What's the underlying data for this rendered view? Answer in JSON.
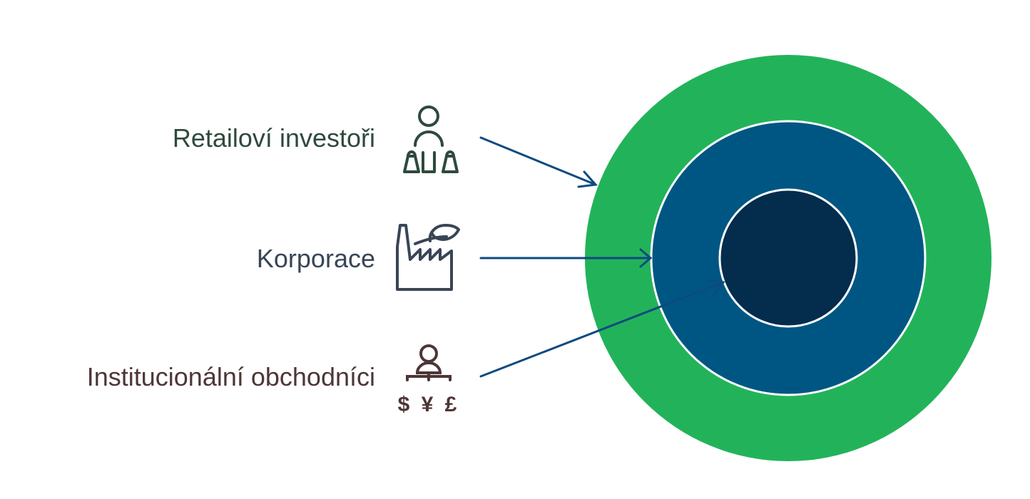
{
  "items": [
    {
      "label": "Retailoví investoři",
      "icon": "shopper-icon",
      "color": "#2e4a3d"
    },
    {
      "label": "Korporace",
      "icon": "factory-leaf-icon",
      "color": "#394556"
    },
    {
      "label": "Institucionální obchodníci",
      "icon": "currency-trader-icon",
      "color": "#4d3636"
    }
  ],
  "icon_text": {
    "currencies": "$ ¥ £"
  },
  "colors": {
    "outer": "#22b35a",
    "middle": "#005683",
    "inner": "#032c4d",
    "arrow": "#0d4a80"
  }
}
